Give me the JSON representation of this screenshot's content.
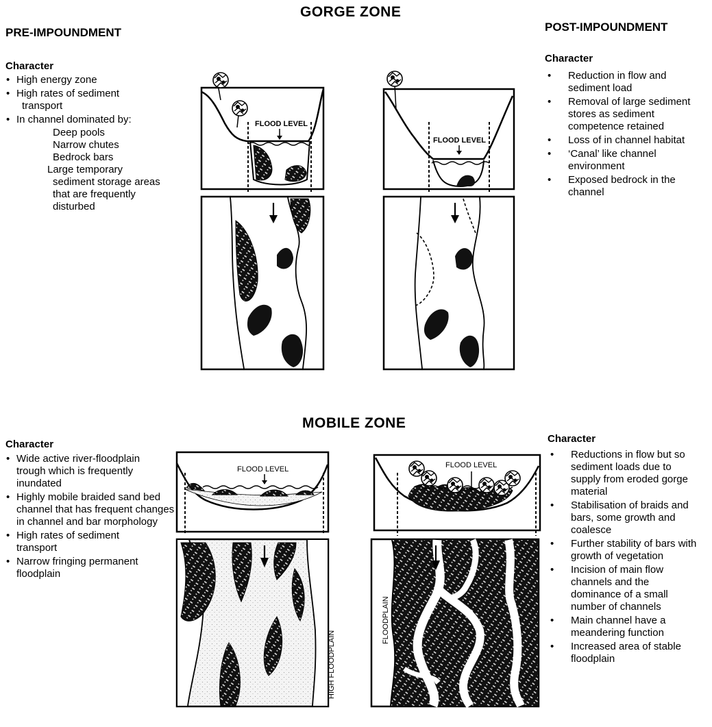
{
  "gorge": {
    "title": "GORGE ZONE",
    "pre_title": "PRE-IMPOUNDMENT",
    "post_title": "POST-IMPOUNDMENT",
    "pre_character_heading": "Character",
    "pre_items": [
      "High energy zone",
      "High rates of sediment transport",
      "In channel dominated by:"
    ],
    "pre_subitems": [
      "Deep pools",
      "Narrow chutes",
      "Bedrock bars",
      "Large temporary sediment storage areas that are frequently disturbed"
    ],
    "post_character_heading": "Character",
    "post_items": [
      "Reduction in flow and sediment load",
      "Removal of large sediment stores as sediment competence retained",
      "Loss of in channel habitat",
      "‘Canal’ like channel environment",
      "Exposed bedrock in the channel"
    ],
    "flood_level_label": "FLOOD LEVEL"
  },
  "mobile": {
    "title": "MOBILE ZONE",
    "pre_character_heading": "Character",
    "pre_items": [
      "Wide active river-floodplain trough which is frequently inundated",
      "Highly mobile braided sand bed channel that has frequent changes in channel and bar morphology",
      "High rates of sediment transport",
      "Narrow fringing permanent floodplain"
    ],
    "post_character_heading": "Character",
    "post_items": [
      "Reductions in flow but so sediment loads due to supply from  eroded gorge material",
      "Stabilisation of braids and bars, some growth and coalesce",
      "Further stability of bars with growth of vegetation",
      "Incision of main flow channels and the dominance of a small number of channels",
      "Main channel have a meandering function",
      "Increased area of stable floodplain"
    ],
    "flood_level_label": "FLOOD LEVEL",
    "high_floodplain_label": "HIGH FLOODPLAIN",
    "floodplain_label": "FLOODPLAIN"
  },
  "icons": [
    "tree-icon",
    "flow-arrow-icon",
    "water-wave-icon"
  ]
}
